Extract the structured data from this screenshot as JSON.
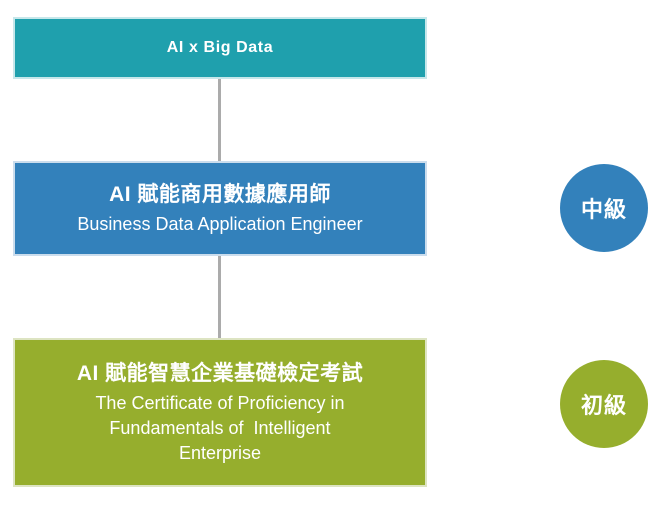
{
  "colors": {
    "teal_bar": "#1fa0ad",
    "blue_bar": "#3381bb",
    "green_bar": "#96ae2d",
    "connector_line": "#ababab",
    "text_on_bars": "#ffffff"
  },
  "diagram": {
    "top_bar": {
      "title": "AI x Big Data"
    },
    "middle_bar": {
      "title": "AI 賦能商用數據應用師",
      "subtitle": "Business Data Application Engineer"
    },
    "bottom_bar": {
      "title": "AI 賦能智慧企業基礎檢定考試",
      "subtitle_lines": [
        "The Certificate of Proficiency in",
        "Fundamentals of  Intelligent",
        "Enterprise"
      ]
    },
    "middle_badge": {
      "label": "中級"
    },
    "bottom_badge": {
      "label": "初級"
    }
  }
}
